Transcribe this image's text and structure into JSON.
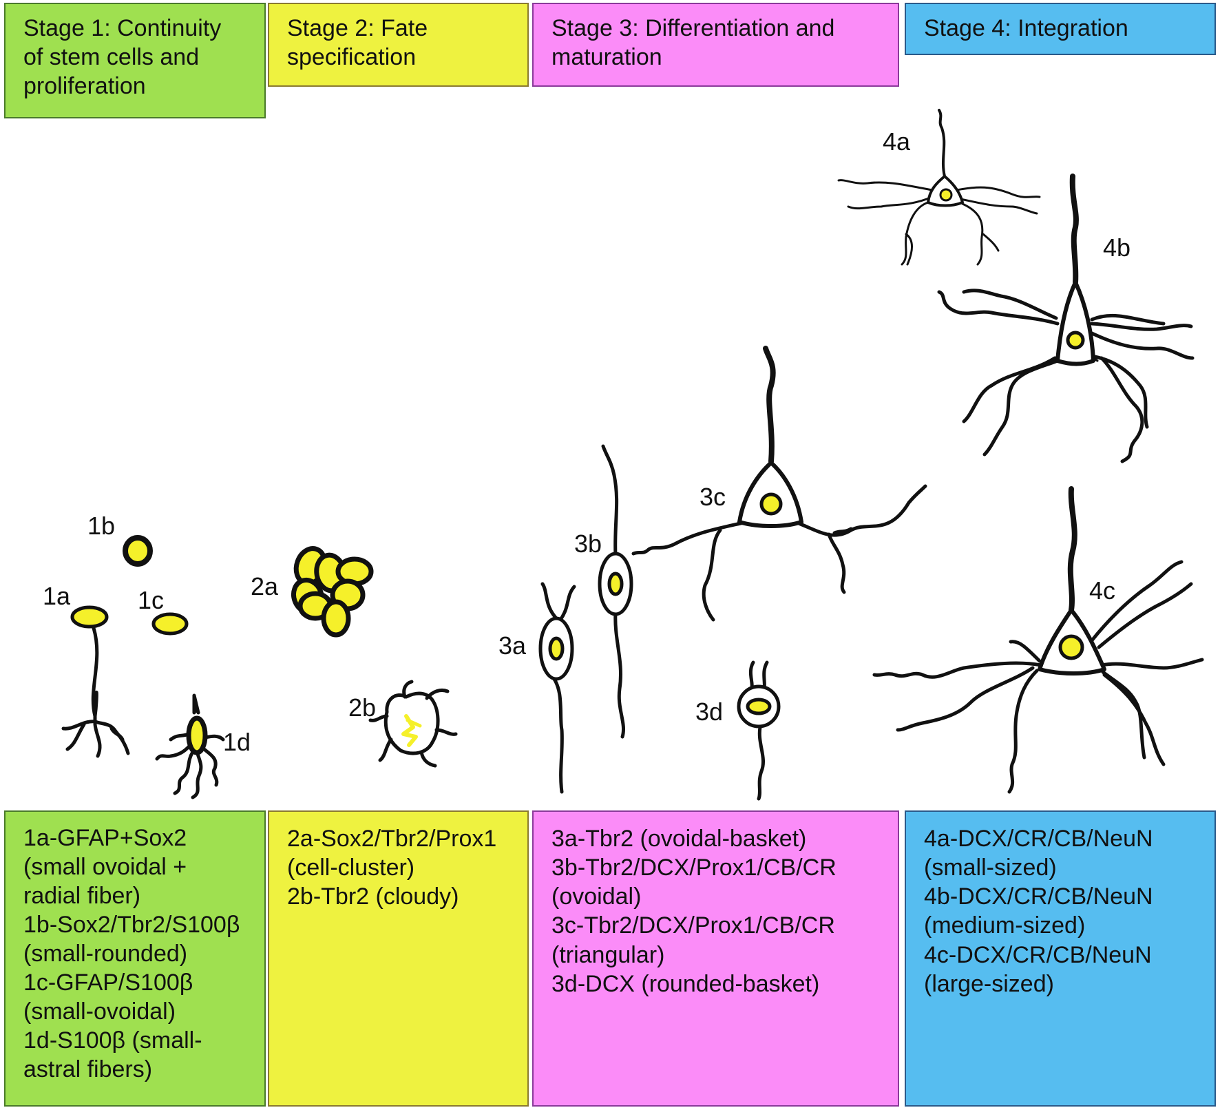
{
  "colors": {
    "stage1": "#9fe050",
    "stage2": "#eef240",
    "stage3": "#fb8cf8",
    "stage4": "#56bdf0",
    "nucleus": "#f5f02a",
    "stroke": "#111111"
  },
  "stages": [
    {
      "id": "1",
      "title": "Stage 1: Continuity\nof stem cells and\nproliferation",
      "color": "#9fe050",
      "border": "#4a7a2a"
    },
    {
      "id": "2",
      "title": "Stage 2: Fate\nspecification",
      "color": "#eef240",
      "border": "#8a7a30"
    },
    {
      "id": "3",
      "title": "Stage 3: Differentiation and\nmaturation",
      "color": "#fb8cf8",
      "border": "#8a3a9a"
    },
    {
      "id": "4",
      "title": "Stage 4: Integration",
      "color": "#56bdf0",
      "border": "#2a5a8a"
    }
  ],
  "markers": [
    [
      "1a-GFAP+Sox2",
      "(small ovoidal +",
      "radial fiber)",
      "1b-Sox2/Tbr2/S100β",
      "(small-rounded)",
      "1c-GFAP/S100β",
      "(small-ovoidal)",
      "1d-S100β (small-",
      "astral fibers)"
    ],
    [
      "2a-Sox2/Tbr2/Prox1",
      "(cell-cluster)",
      "2b-Tbr2 (cloudy)"
    ],
    [
      "3a-Tbr2 (ovoidal-basket)",
      "3b-Tbr2/DCX/Prox1/CB/CR",
      "(ovoidal)",
      "3c-Tbr2/DCX/Prox1/CB/CR",
      "(triangular)",
      "3d-DCX (rounded-basket)"
    ],
    [
      "4a-DCX/CR/CB/NeuN",
      "(small-sized)",
      "4b-DCX/CR/CB/NeuN",
      "(medium-sized)",
      "4c-DCX/CR/CB/NeuN",
      "(large-sized)"
    ]
  ],
  "cell_labels": {
    "c1a": "1a",
    "c1b": "1b",
    "c1c": "1c",
    "c1d": "1d",
    "c2a": "2a",
    "c2b": "2b",
    "c3a": "3a",
    "c3b": "3b",
    "c3c": "3c",
    "c3d": "3d",
    "c4a": "4a",
    "c4b": "4b",
    "c4c": "4c"
  }
}
